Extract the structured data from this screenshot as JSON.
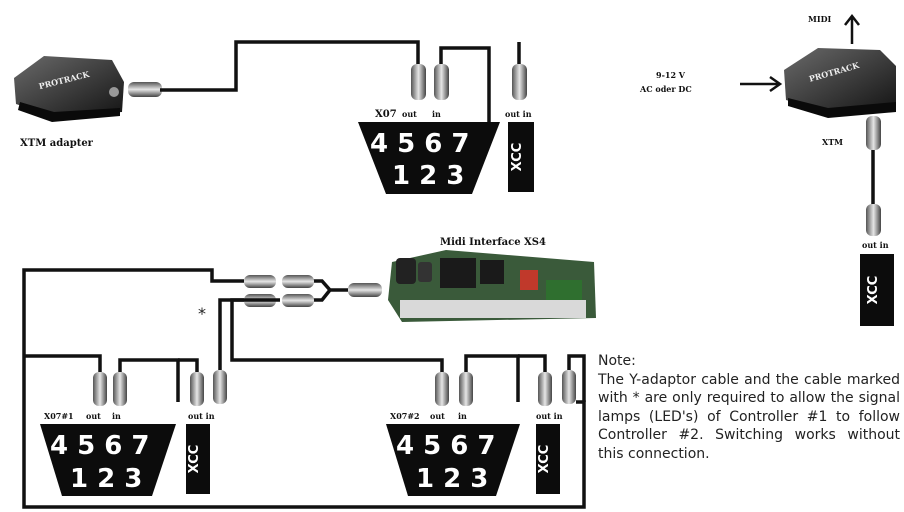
{
  "labels": {
    "xtm_adapter": "XTM adapter",
    "x07": "X07",
    "midi": "MIDI",
    "power": "9-12 V",
    "power2": "AC oder DC",
    "xtm": "XTM",
    "midi_interface": "Midi Interface XS4",
    "x07_1": "X07#1",
    "x07_2": "X07#2",
    "out": "out",
    "in": "in",
    "xcc": "XCC",
    "device_name": "PROTRACK"
  },
  "panel_digits": {
    "top": "4 5 6 7",
    "bottom": "1 2 3"
  },
  "asterisk": "*",
  "note": {
    "title": "Note:",
    "body": "The Y-adaptor cable and the cable marked with * are only required to allow the signal lamps (LED's) of Controller #1 to follow Controller #2. Switching works without this connection."
  }
}
